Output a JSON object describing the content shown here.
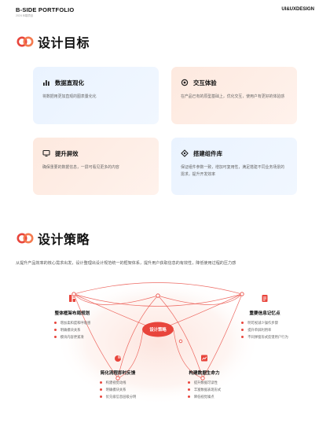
{
  "header": {
    "brand": "B-SIDE PORTFOLIO",
    "brand_sub": "2024 B端项目",
    "tagline": "UI&UXDESIGN"
  },
  "sections": {
    "goals_title": "设计目标",
    "strategy_title": "设计策略"
  },
  "goals": [
    {
      "icon": "bar-chart-icon",
      "title": "数据直观化",
      "desc": "将数据用更加直观的图表量化化"
    },
    {
      "icon": "interaction-icon",
      "title": "交互体验",
      "desc": "在产品已有的原型基础上，优化交互，使用户有更好的体验感"
    },
    {
      "icon": "monitor-icon",
      "title": "提升屏效",
      "desc": "确保重要的数据信息，一屏可看见更多的内容"
    },
    {
      "icon": "component-icon",
      "title": "搭建组件库",
      "desc": "保证组件参数一致，增加可复用性，满足搭建不同业务场景的需求，提升开发效率"
    }
  ],
  "strategy": {
    "intro": "从提升产品效率的核心需求出发，设计整理出设计规范统一的框架体系，提升用户获取信息的有效性，降低使用过程的压力感",
    "center_label": "设计策略",
    "groups": [
      {
        "icon": "layout-icon",
        "title": "整体框架布局规划",
        "items": [
          "增加柔和度和呼吸感",
          "明确模块关系",
          "模块内容更紧凑"
        ]
      },
      {
        "icon": "document-icon",
        "title": "重要信息记忆点",
        "items": [
          "明可视减少操作步骤",
          "提升单屏利用率",
          "不同弹窗形式反馈用户行为"
        ]
      },
      {
        "icon": "pie-chart-icon",
        "title": "简化流程即时反馈",
        "items": [
          "构建视觉动线",
          "明确模块关系",
          "优先级信息层级分明"
        ]
      },
      {
        "icon": "trend-chart-icon",
        "title": "构建数据生命力",
        "items": [
          "提升数据可读性",
          "丰富数据表现形式",
          "降低视觉噪点"
        ]
      }
    ]
  },
  "colors": {
    "accent": "#e8453c",
    "card_blue": "#eaf3ff",
    "card_peach": "#fde9df"
  }
}
